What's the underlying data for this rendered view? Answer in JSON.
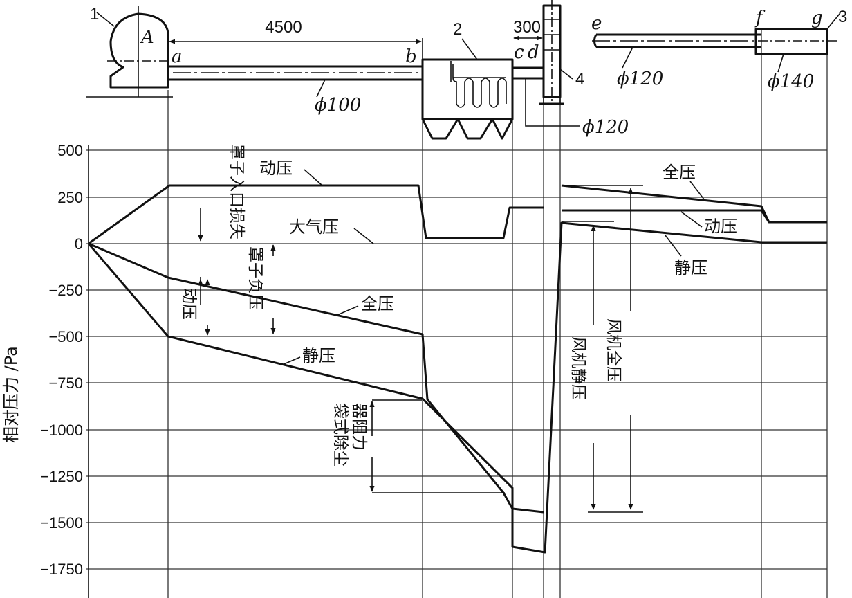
{
  "figure": {
    "axis_title": "相对压力 /Pa",
    "y_ticks": [
      "500",
      "250",
      "0",
      "−250",
      "−500",
      "−750",
      "−1000",
      "−1250",
      "−1500",
      "−1750"
    ],
    "top": {
      "part_numbers": [
        "1",
        "2",
        "3",
        "4"
      ],
      "point_A": "A",
      "points": [
        "a",
        "b",
        "c",
        "d",
        "e",
        "f",
        "g"
      ],
      "dim_4500": "4500",
      "dim_300": "300",
      "diam_100": "ϕ100",
      "diam_120_a": "ϕ120",
      "diam_120_b": "ϕ120",
      "diam_140": "ϕ140"
    },
    "curve_labels": {
      "dynamic_left": "动压",
      "atmospheric": "大气压",
      "total_left": "全压",
      "static_left": "静压",
      "total_right": "全压",
      "dynamic_right": "动压",
      "static_right": "静压"
    },
    "annotations": {
      "hood_entry_loss": "罩子入口损失",
      "hood_negative_pressure": "罩子负压",
      "dynamic_pressure": "动压",
      "bag_filter_line1": "袋式除尘",
      "bag_filter_line2": "器阻力",
      "fan_static": "风机静压",
      "fan_total": "风机全压"
    }
  }
}
